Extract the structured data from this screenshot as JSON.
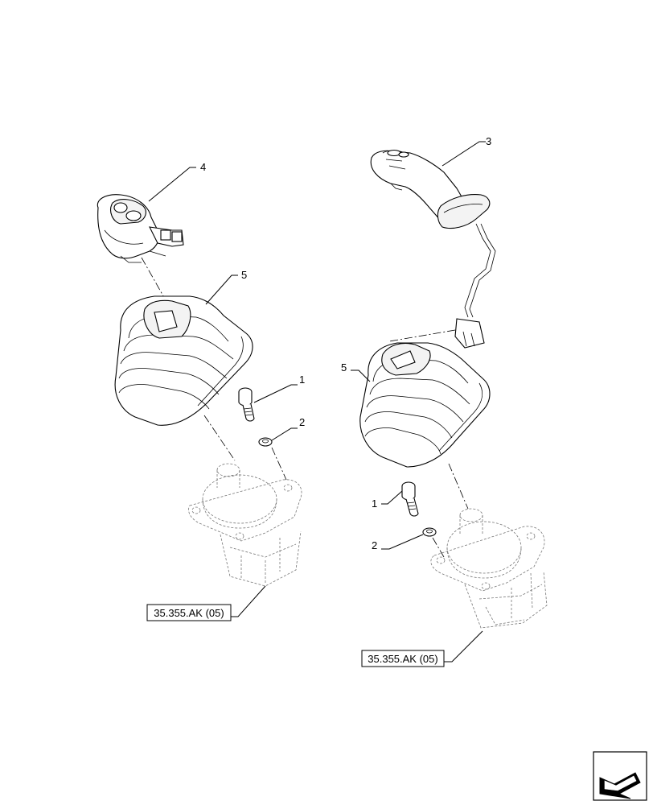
{
  "callouts": {
    "c1_left": "1",
    "c2_left": "2",
    "c4": "4",
    "c5_left": "5",
    "c3": "3",
    "c5_right": "5",
    "c1_right": "1",
    "c2_right": "2"
  },
  "references": {
    "left": "35.355.AK (05)",
    "right": "35.355.AK (05)"
  },
  "colors": {
    "line": "#000000",
    "hidden": "#777777",
    "background": "#ffffff"
  },
  "icons": {
    "corner": "next-page-arrow-icon"
  }
}
